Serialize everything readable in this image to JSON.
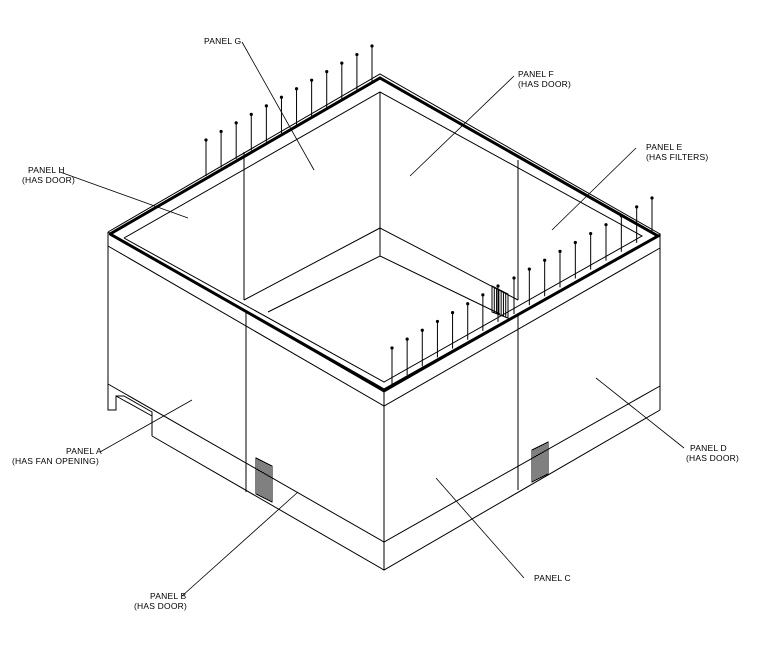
{
  "labels": {
    "panel_a": {
      "name": "PANEL A",
      "note": "(HAS FAN OPENING)"
    },
    "panel_b": {
      "name": "PANEL B",
      "note": "(HAS DOOR)"
    },
    "panel_c": {
      "name": "PANEL C"
    },
    "panel_d": {
      "name": "PANEL D",
      "note": "(HAS DOOR)"
    },
    "panel_e": {
      "name": "PANEL E",
      "note": "(HAS FILTERS)"
    },
    "panel_f": {
      "name": "PANEL F",
      "note": "(HAS DOOR)"
    },
    "panel_g": {
      "name": "PANEL G"
    },
    "panel_h": {
      "name": "PANEL H",
      "note": "(HAS DOOR)"
    }
  },
  "colors": {
    "line": "#000000",
    "background": "#ffffff"
  }
}
